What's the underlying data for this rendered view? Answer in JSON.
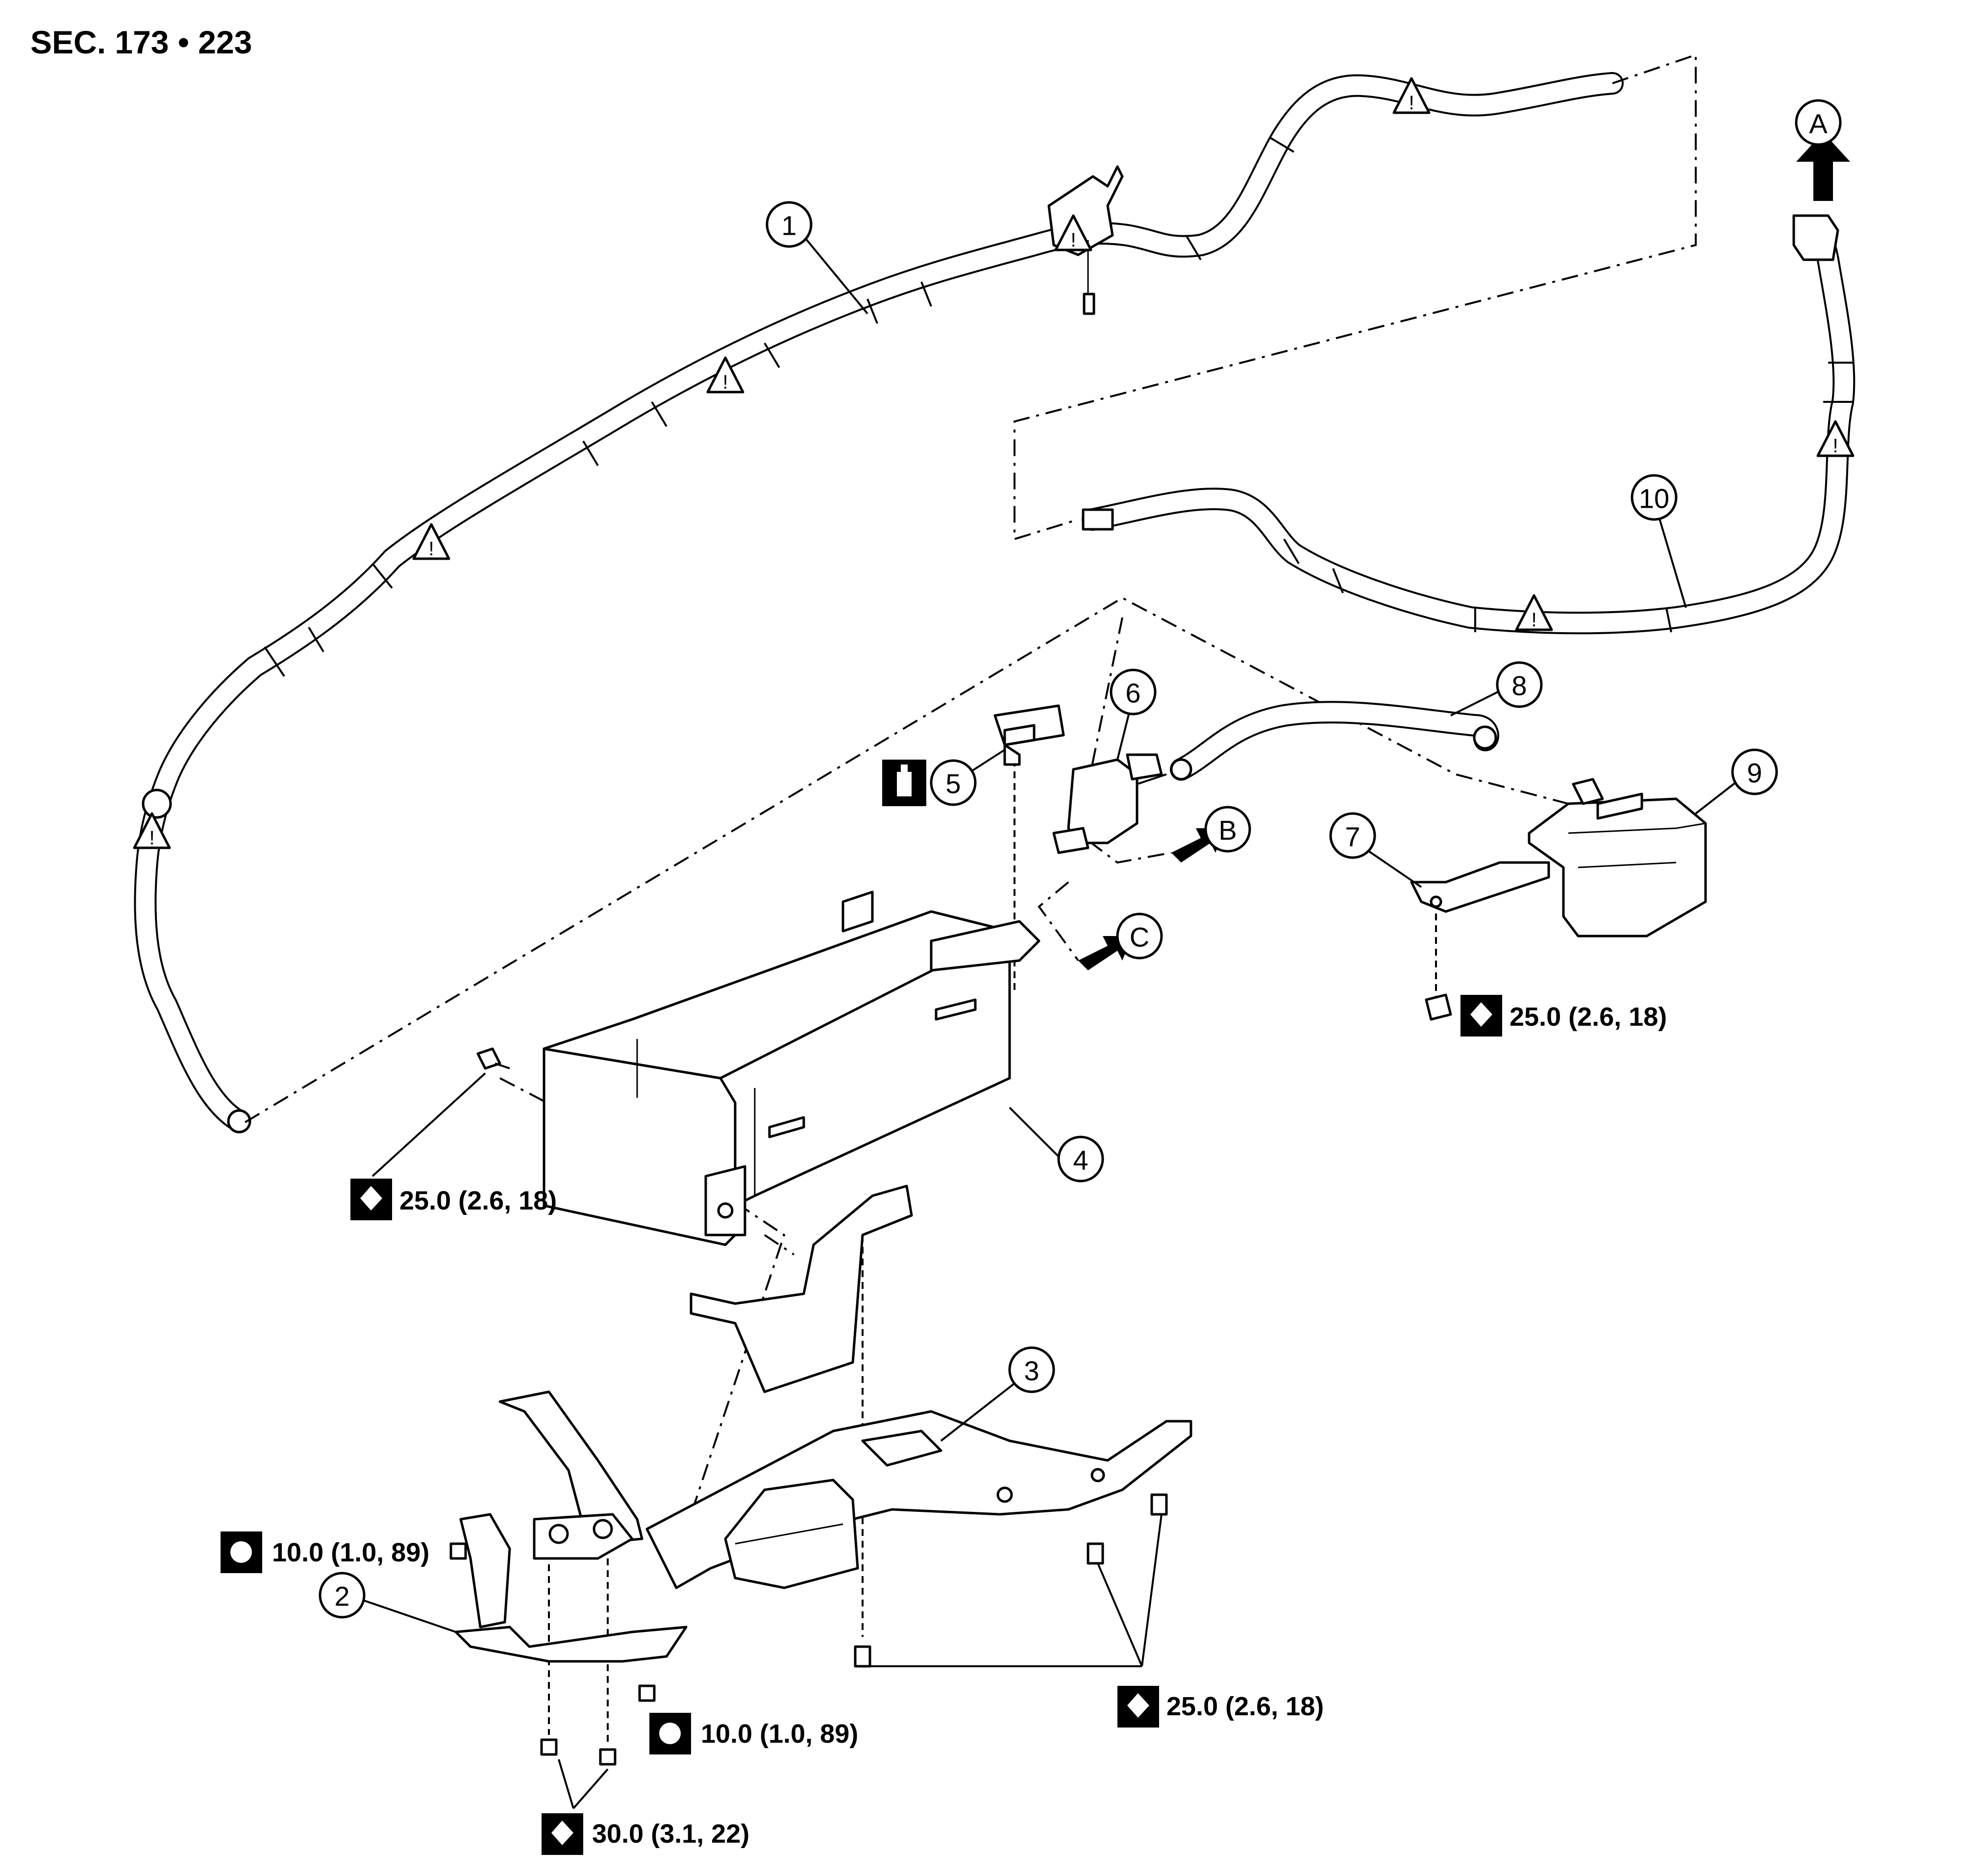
{
  "header": "SEC. 173 • 223",
  "callouts": [
    "1",
    "2",
    "3",
    "4",
    "5",
    "6",
    "7",
    "8",
    "9",
    "10"
  ],
  "letters": [
    "A",
    "B",
    "C"
  ],
  "torque_specs": {
    "t9": "25.0 (2.6, 18)",
    "t4": "25.0 (2.6, 18)",
    "t2a": "10.0 (1.0, 89)",
    "t2b": "10.0 (1.0, 89)",
    "t3": "25.0 (2.6, 18)",
    "t2c": "30.0 (3.1, 22)"
  },
  "icons": [
    "torque-wrench-icon",
    "sealant-icon",
    "warning-triangle-icon",
    "arrow-icon"
  ]
}
